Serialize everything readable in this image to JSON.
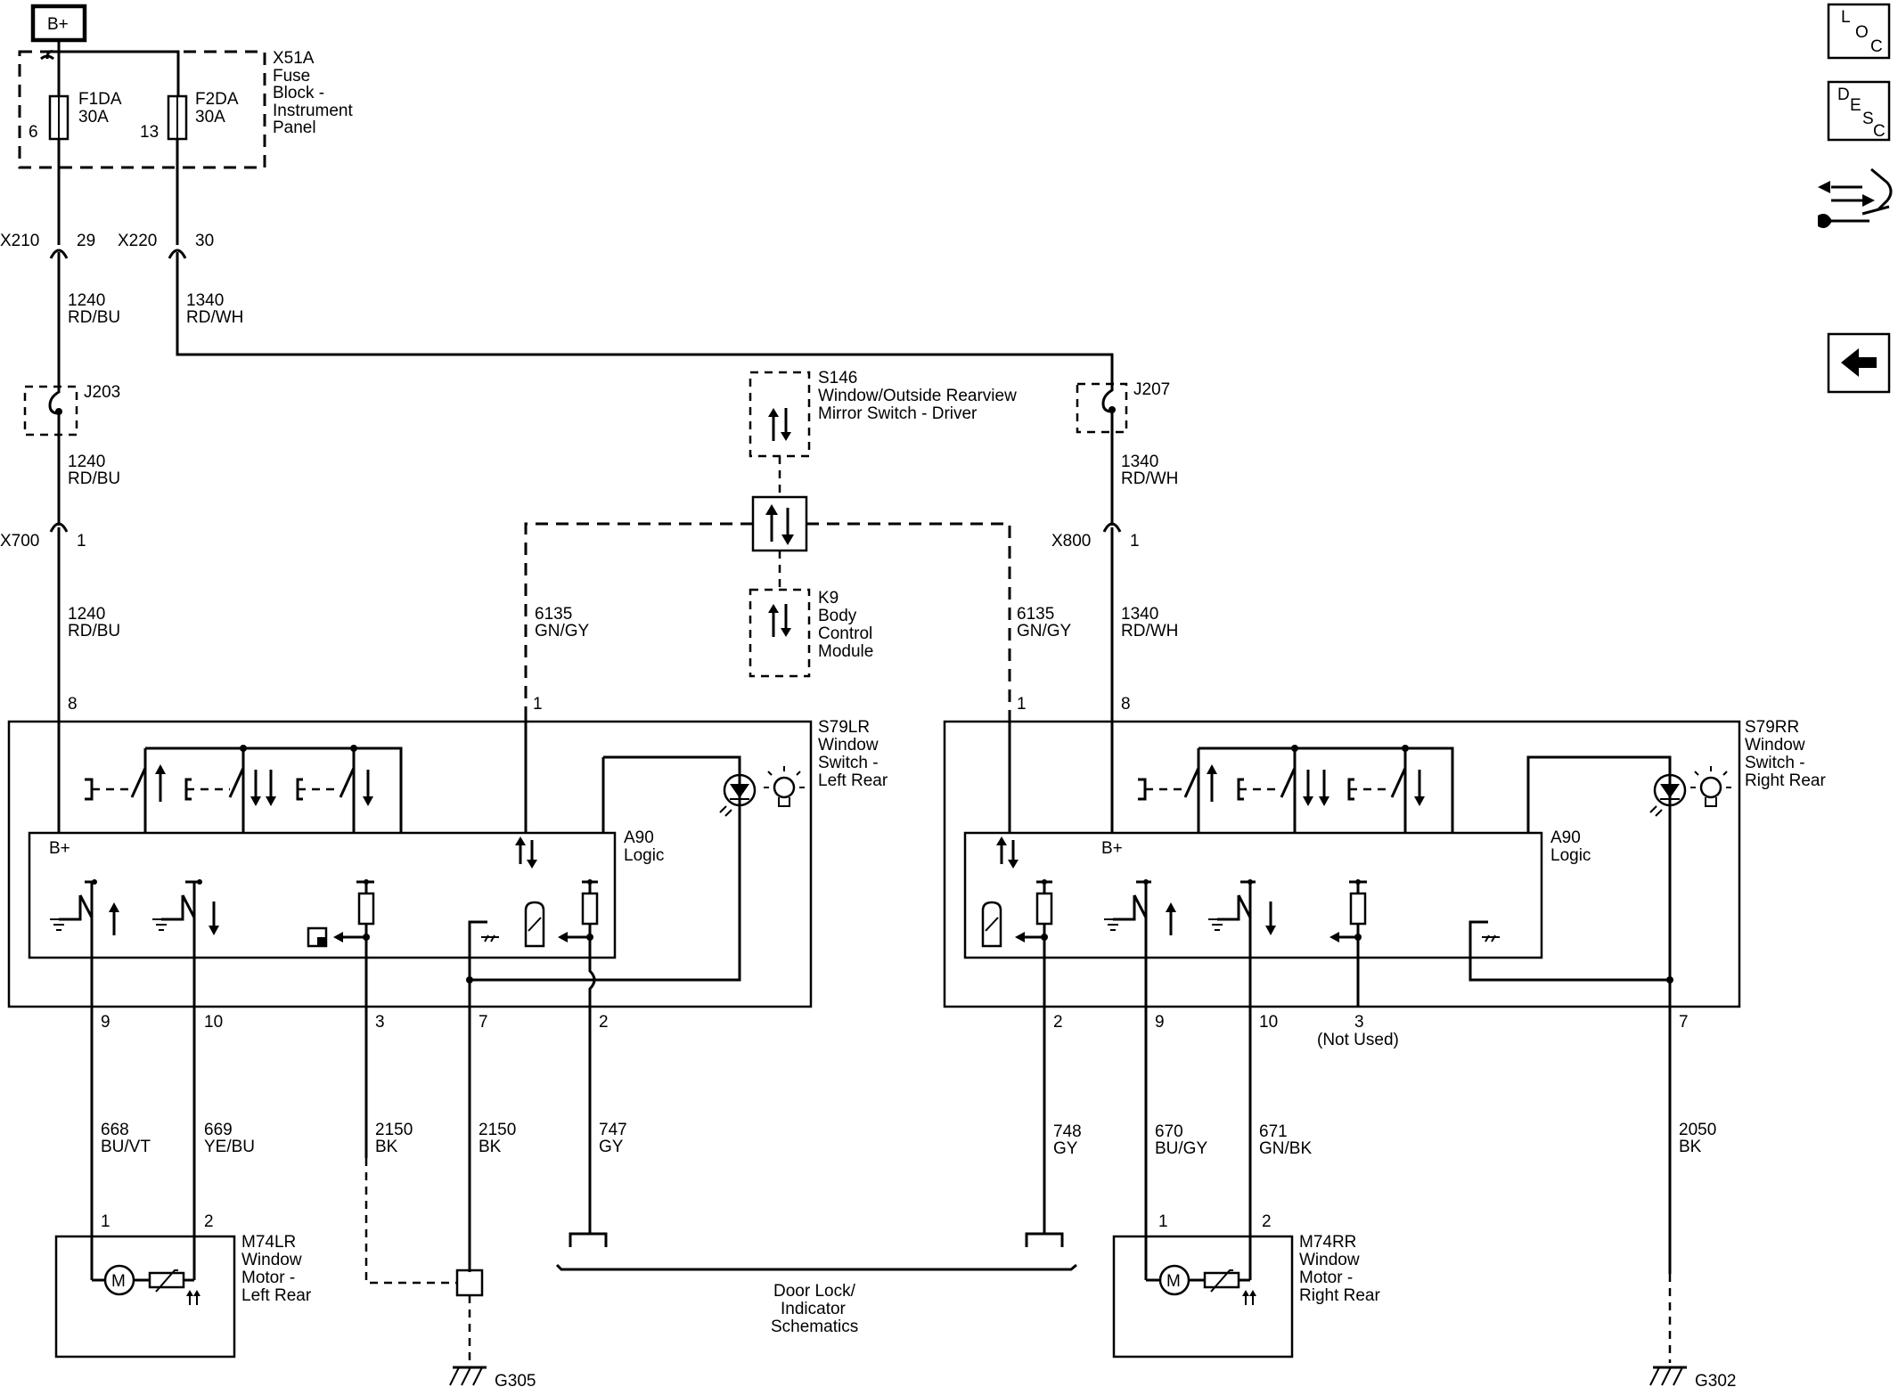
{
  "power": {
    "label": "B+"
  },
  "fuse_block": {
    "id": "X51A",
    "name_lines": [
      "Fuse",
      "Block -",
      "Instrument",
      "Panel"
    ],
    "fuses": [
      {
        "name": "F1DA",
        "rating": "30A",
        "pin": "6"
      },
      {
        "name": "F2DA",
        "rating": "30A",
        "pin": "13"
      }
    ]
  },
  "connectors": {
    "x210": {
      "id": "X210",
      "pin": "29"
    },
    "x220": {
      "id": "X220",
      "pin": "30"
    },
    "x700": {
      "id": "X700",
      "pin": "1"
    },
    "x800": {
      "id": "X800",
      "pin": "1"
    }
  },
  "splices": {
    "j203": "J203",
    "j207": "J207"
  },
  "wires": {
    "w1240a": {
      "circuit": "1240",
      "color": "RD/BU"
    },
    "w1340a": {
      "circuit": "1340",
      "color": "RD/WH"
    },
    "w1240b": {
      "circuit": "1240",
      "color": "RD/BU"
    },
    "w1340b": {
      "circuit": "1340",
      "color": "RD/WH"
    },
    "w1240c": {
      "circuit": "1240",
      "color": "RD/BU"
    },
    "w1340c": {
      "circuit": "1340",
      "color": "RD/WH"
    },
    "w6135l": {
      "circuit": "6135",
      "color": "GN/GY"
    },
    "w6135r": {
      "circuit": "6135",
      "color": "GN/GY"
    },
    "w668": {
      "circuit": "668",
      "color": "BU/VT"
    },
    "w669": {
      "circuit": "669",
      "color": "YE/BU"
    },
    "w2150a": {
      "circuit": "2150",
      "color": "BK"
    },
    "w2150b": {
      "circuit": "2150",
      "color": "BK"
    },
    "w747": {
      "circuit": "747",
      "color": "GY"
    },
    "w748": {
      "circuit": "748",
      "color": "GY"
    },
    "w670": {
      "circuit": "670",
      "color": "BU/GY"
    },
    "w671": {
      "circuit": "671",
      "color": "GN/BK"
    },
    "w2050": {
      "circuit": "2050",
      "color": "BK"
    }
  },
  "s146": {
    "id": "S146",
    "name_lines": [
      "Window/Outside Rearview",
      "Mirror Switch - Driver"
    ]
  },
  "k9": {
    "id": "K9",
    "name_lines": [
      "Body",
      "Control",
      "Module"
    ]
  },
  "s79lr": {
    "id": "S79LR",
    "name_lines": [
      "Window",
      "Switch -",
      "Left Rear"
    ],
    "pins": {
      "p8": "8",
      "p1": "1",
      "p9": "9",
      "p10": "10",
      "p3": "3",
      "p7": "7",
      "p2": "2"
    },
    "logic": {
      "id": "A90",
      "name": "Logic",
      "bplus": "B+"
    }
  },
  "s79rr": {
    "id": "S79RR",
    "name_lines": [
      "Window",
      "Switch -",
      "Right Rear"
    ],
    "pins": {
      "p1": "1",
      "p8": "8",
      "p2": "2",
      "p9": "9",
      "p10": "10",
      "p3": "3",
      "p3_note": "(Not Used)",
      "p7": "7"
    },
    "logic": {
      "id": "A90",
      "name": "Logic",
      "bplus": "B+"
    }
  },
  "m74lr": {
    "id": "M74LR",
    "name_lines": [
      "Window",
      "Motor -",
      "Left Rear"
    ],
    "pins": [
      "1",
      "2"
    ]
  },
  "m74rr": {
    "id": "M74RR",
    "name_lines": [
      "Window",
      "Motor -",
      "Right Rear"
    ],
    "pins": [
      "1",
      "2"
    ]
  },
  "door_lock": {
    "lines": [
      "Door Lock/",
      "Indicator",
      "Schematics"
    ]
  },
  "grounds": {
    "g305": "G305",
    "g302": "G302"
  },
  "nav": {
    "loc": [
      "L",
      "O",
      "C"
    ],
    "desc": [
      "D",
      "E",
      "S",
      "C"
    ]
  }
}
